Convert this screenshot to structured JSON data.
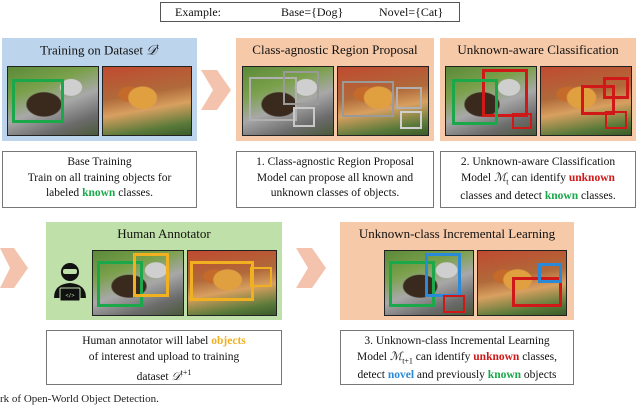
{
  "example": {
    "label": "Example:",
    "base": "Base={Dog}",
    "novel": "Novel={Cat}"
  },
  "panels": {
    "training": {
      "title": "Training on Dataset",
      "symbol": "𝒟",
      "sup": "t"
    },
    "proposal": {
      "title": "Class-agnostic Region Proposal"
    },
    "classification": {
      "title": "Unknown-aware Classification"
    },
    "annotator": {
      "title": "Human Annotator"
    },
    "incremental": {
      "title": "Unknown-class Incremental Learning"
    }
  },
  "descriptions": {
    "base_training": {
      "line1": "Base Training",
      "line2": "Train on all training objects for",
      "line3_pre": "labeled ",
      "line3_known": "known",
      "line3_post": " classes."
    },
    "step1": {
      "line1": "1. Class-agnostic Region Proposal",
      "line2": "Model can propose all known and",
      "line3": "unknown classes of objects."
    },
    "step2": {
      "line1": "2. Unknown-aware Classification",
      "line2_pre": "Model ",
      "line2_sym": "ℳ",
      "line2_sub": "t",
      "line2_mid": " can identify ",
      "line2_unknown": "unknown",
      "line3_pre": "classes and detect ",
      "line3_known": "known",
      "line3_post": " classes."
    },
    "annotator": {
      "line1_pre": "Human annotator will label ",
      "line1_objects": "objects",
      "line2": "of interest and upload to training",
      "line3_pre": "dataset ",
      "line3_sym": "𝒟",
      "line3_sup": "t+1"
    },
    "step3": {
      "line1": "3. Unknown-class Incremental Learning",
      "line2_pre": "Model ",
      "line2_sym": "ℳ",
      "line2_sub": "t+1",
      "line2_mid": " can identify ",
      "line2_unknown": "unknown",
      "line2_post": " classes,",
      "line3_pre": "detect ",
      "line3_novel": "novel",
      "line3_mid": " and previously ",
      "line3_known": "known",
      "line3_post": " objects"
    }
  },
  "caption": "rk of Open-World Object Detection.",
  "colors": {
    "panel_blue": "#bcd4ec",
    "panel_orange": "#f6c9a8",
    "panel_green": "#bfe0a8",
    "arrow": "#f2b9a0",
    "known_green": "#1aa84a",
    "unknown_red": "#d01818",
    "novel_blue": "#2a8ad8",
    "annotate_yellow": "#f0b020",
    "proposal_gray": "#9a9a9a"
  },
  "icons": {
    "annotator": "person-laptop-icon",
    "flow_arrow": "chevron-arrow-icon"
  }
}
